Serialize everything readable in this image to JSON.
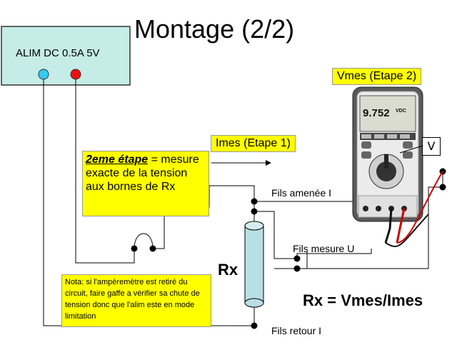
{
  "title": "Montage (2/2)",
  "power_supply": {
    "label": "ALIM DC 0.5A 5V"
  },
  "meter": {
    "label": "Vmes (Etape 2)",
    "reading": "9.752",
    "unit": "VDC",
    "symbol": "V"
  },
  "ammeter_label": "Imes (Etape 1)",
  "step2": {
    "title": "2eme étape",
    "rest": " = mesure exacte de la tension aux bornes de Rx"
  },
  "note": "Nota: si l'ampèremètre est retiré du circuit, faire gaffe a vérifier sa chute de tension donc que l'alim este en mode limitation",
  "resistor_label": "Rx",
  "formula": "Rx = Vmes/Imes",
  "wires": {
    "feed": "Fils amenée I",
    "measure": "Fils mesure U",
    "return": "Fils retour I"
  },
  "colors": {
    "psu_fill": "#c6ece8",
    "note_fill": "#ffff00",
    "resistor_fill": "#b8dfe4",
    "terminal_blue": "#33ccf0",
    "terminal_red": "#ee1111"
  }
}
